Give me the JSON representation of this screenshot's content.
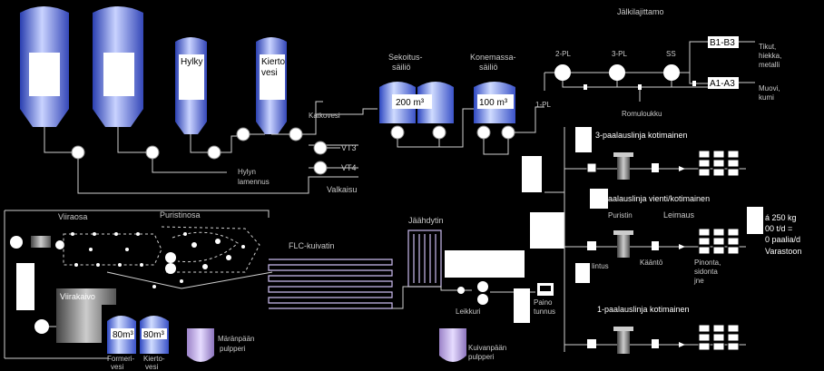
{
  "silos": {
    "hylky": "Hylky",
    "kierto1": "Kierto",
    "kierto2": "vesi"
  },
  "labels": {
    "katkovesi": "Katkovesi",
    "hylyn1": "Hylyn",
    "hylyn2": "lamennus",
    "vt3": "VT3",
    "vt4": "VT4",
    "valkaisu": "Valkaisu",
    "sekoitus1": "Sekoitus-",
    "sekoitus2": "säiliö",
    "konemassa1": "Konemassa-",
    "konemassa2": "säiliö",
    "vol200": "200 m³",
    "vol100": "100 m³",
    "jalkilajittamo": "Jälkilajittamo",
    "pl2": "2-PL",
    "pl3": "3-PL",
    "ss": "SS",
    "pl1": "1-PL",
    "romuloukku": "Romuloukku",
    "b1b3": "B1-B3",
    "a1a3": "A1-A3",
    "tikut1": "Tikut,",
    "tikut2": "hiekka,",
    "tikut3": "metalli",
    "muovi1": "Muovi,",
    "muovi2": "kumi",
    "viiraosa": "Viiraosa",
    "puristinosa": "Puristinosa",
    "flc": "FLC-kuivatin",
    "jaahdytin": "Jäähdytin",
    "viirakaivo": "Viirakaivo",
    "vol80a": "80m³",
    "vol80b": "80m³",
    "formeri1": "Formeri-",
    "formeri2": "vesi",
    "kierto_b1": "Kierto-",
    "kierto_b2": "vesi",
    "marapaan1": "Märänpään",
    "marapaan2": "pulpperi",
    "leikkuri": "Leikkuri",
    "kuivapaan1": "Kuivanpään",
    "kuivapaan2": "pulpperi",
    "paino1": "Paino",
    "paino2": "tunnus",
    "line3": "3-paalauslinja kotimainen",
    "line2": "paalauslinja vienti/kotimainen",
    "line1": "1-paalauslinja kotimainen",
    "puristin": "Puristin",
    "leimaus": "Leimaus",
    "lintus": "lintus",
    "kaanto": "Kääntö",
    "pinonta1": "Pinonta,",
    "pinonta2": "sidonta",
    "pinonta3": "jne",
    "cap1": "á  250  kg",
    "cap2": "00  t/d  =",
    "cap3": "0  paalia/d",
    "varastoon": "Varastoon"
  }
}
